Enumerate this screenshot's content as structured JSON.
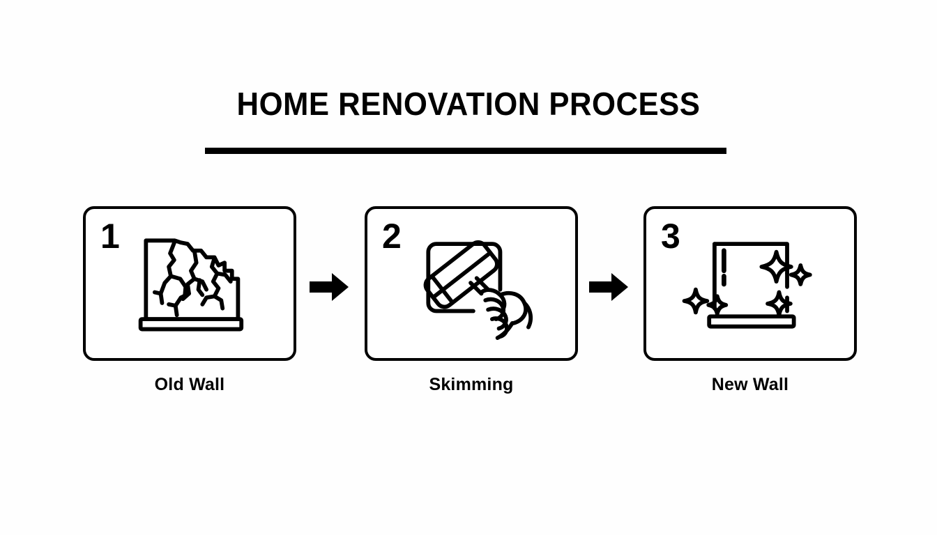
{
  "document": {
    "title": "HOME RENOVATION PROCESS",
    "background_color": "#fefefe",
    "ink_color": "#000000"
  },
  "header": {
    "title": "HOME RENOVATION PROCESS",
    "rule": "divider-bar"
  },
  "steps": [
    {
      "number": "1",
      "caption": "Old Wall",
      "icon_name": "cracked-wall-icon",
      "description": "Damaged wall with broken jagged top edge, branching crack lines and a base plinth"
    },
    {
      "number": "2",
      "caption": "Skimming",
      "icon_name": "hand-with-trowel-icon",
      "description": "Hand holding a plastering trowel skimming a square wall panel"
    },
    {
      "number": "3",
      "caption": "New Wall",
      "icon_name": "clean-wall-sparkle-icon",
      "description": "Smooth finished wall with sparkle stars and a base plinth"
    }
  ],
  "connectors": [
    {
      "icon_name": "arrow-right-icon",
      "from": "1",
      "to": "2"
    },
    {
      "icon_name": "arrow-right-icon",
      "from": "2",
      "to": "3"
    }
  ]
}
